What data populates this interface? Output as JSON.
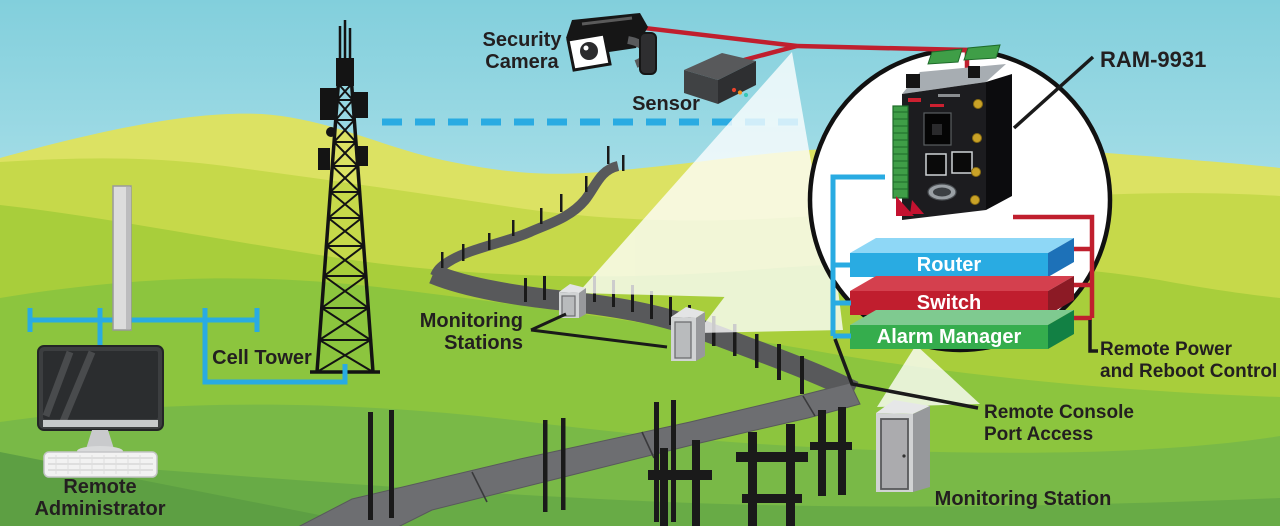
{
  "labels": {
    "security_camera": {
      "lines": [
        "Security",
        "Camera"
      ]
    },
    "sensor": "Sensor",
    "ram_device": "RAM-9931",
    "cell_tower": "Cell Tower",
    "remote_administrator": {
      "lines": [
        "Remote",
        "Administrator"
      ]
    },
    "monitoring_stations": {
      "lines": [
        "Monitoring",
        "Stations"
      ]
    },
    "monitoring_station": "Monitoring Station",
    "remote_console": {
      "lines": [
        "Remote Console",
        "Port Access"
      ]
    },
    "remote_power": {
      "lines": [
        "Remote Power",
        "and Reboot Control"
      ]
    }
  },
  "stack": {
    "router": "Router",
    "switch": "Switch",
    "alarm_manager": "Alarm Manager"
  },
  "colors": {
    "link_blue": "#29abe2",
    "link_red": "#c01f2e",
    "leader_black": "#1a1a1a",
    "router_front": "#29abe2",
    "router_top": "#8ed7f6",
    "router_side": "#1d71b8",
    "switch_front": "#c01e2e",
    "switch_top": "#d4404e",
    "switch_side": "#8c1a25",
    "alarm_front": "#35ad4d",
    "alarm_top": "#7fca90",
    "alarm_side": "#128044"
  }
}
